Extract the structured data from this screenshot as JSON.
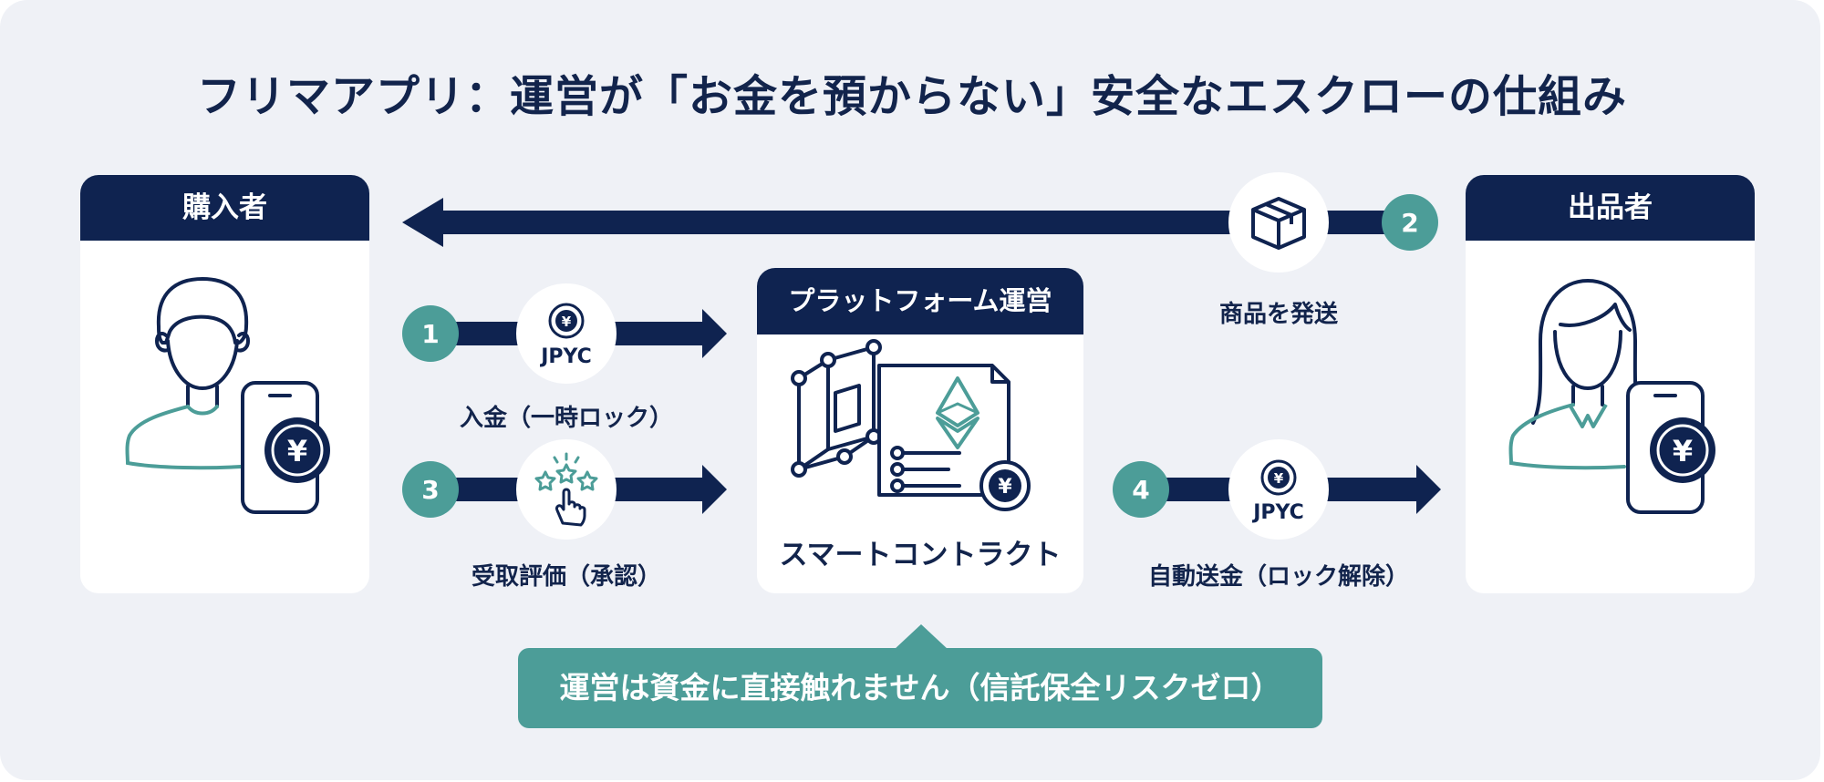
{
  "title": "フリマアプリ：運営が「お金を預からない」安全なエスクローの仕組み",
  "buyer": {
    "label": "購入者"
  },
  "seller": {
    "label": "出品者"
  },
  "platform": {
    "label": "プラットフォーム運営",
    "contract": "スマートコントラクト"
  },
  "steps": [
    {
      "number": "1",
      "label": "入金（一時ロック）",
      "token": "JPYC"
    },
    {
      "number": "2",
      "label": "商品を発送"
    },
    {
      "number": "3",
      "label": "受取評価（承認）"
    },
    {
      "number": "4",
      "label": "自動送金（ロック解除）",
      "token": "JPYC"
    }
  ],
  "currency_symbol": "¥",
  "banner": "運営は資金に直接触れません（信託保全リスクゼロ）",
  "colors": {
    "navy": "#0f2350",
    "teal": "#4c9d98",
    "background": "#eff1f6"
  },
  "icons": [
    "person-icon",
    "phone-yen-icon",
    "yen-coin-icon",
    "package-box-icon",
    "hand-pointer-stars-icon",
    "blockchain-cube-icon",
    "ethereum-document-icon"
  ]
}
